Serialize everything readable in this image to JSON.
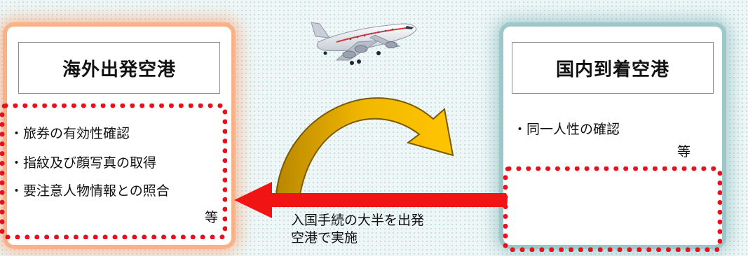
{
  "left_panel": {
    "title": "海外出発空港",
    "items": [
      "・旅券の有効性確認",
      "・指紋及び顔写真の取得",
      "・要注意人物情報との照合"
    ],
    "etc": "等"
  },
  "right_panel": {
    "title": "国内到着空港",
    "items": [
      "・同一人性の確認"
    ],
    "etc": "等"
  },
  "caption": {
    "line1": "入国手続の大半を出発",
    "line2": "空港で実施"
  },
  "colors": {
    "dotted_border": "#e8101a",
    "arrow_red": "#f01414",
    "curve_arrow": "#f2b800",
    "left_glow": "#fca878",
    "right_glow": "#96c3c6"
  }
}
